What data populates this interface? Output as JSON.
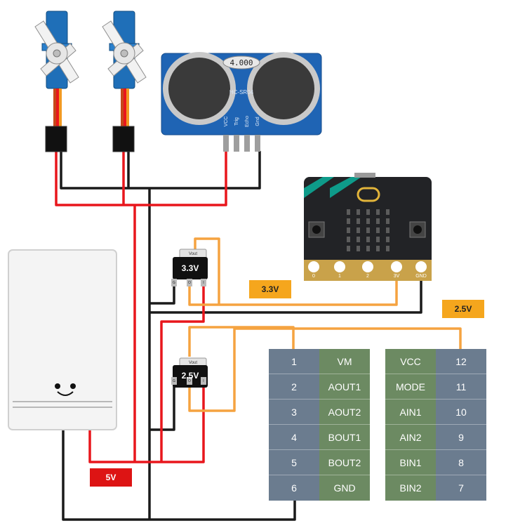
{
  "sensor": {
    "display": "4.000",
    "model": "HC-SR04",
    "pins": [
      "VCC",
      "Trig",
      "Echo",
      "Gnd"
    ]
  },
  "microbit": {
    "pins": [
      "0",
      "1",
      "2",
      "3V",
      "GND"
    ]
  },
  "regulators": {
    "r1": {
      "label": "3.3V",
      "top_text": "Vout",
      "pins": [
        "G",
        "O",
        "I"
      ]
    },
    "r2": {
      "label": "2.5V",
      "top_text": "Vout",
      "pins": [
        "G",
        "O",
        "I"
      ]
    }
  },
  "tags": {
    "v33": "3.3V",
    "v25": "2.5V",
    "v5": "5V"
  },
  "driver": {
    "left_numbers": [
      "1",
      "2",
      "3",
      "4",
      "5",
      "6"
    ],
    "left_names": [
      "VM",
      "AOUT1",
      "AOUT2",
      "BOUT1",
      "BOUT2",
      "GND"
    ],
    "right_names": [
      "VCC",
      "MODE",
      "AIN1",
      "AIN2",
      "BIN1",
      "BIN2"
    ],
    "right_numbers": [
      "12",
      "11",
      "10",
      "9",
      "8",
      "7"
    ]
  },
  "colors": {
    "wire_red": "#e8161c",
    "wire_black": "#1a1a1a",
    "wire_orange": "#f5a340",
    "tag_orange": "#f5a61d",
    "tag_red": "#dd1414",
    "driver_num": "#6b7c8f",
    "driver_name": "#6c8a62"
  }
}
